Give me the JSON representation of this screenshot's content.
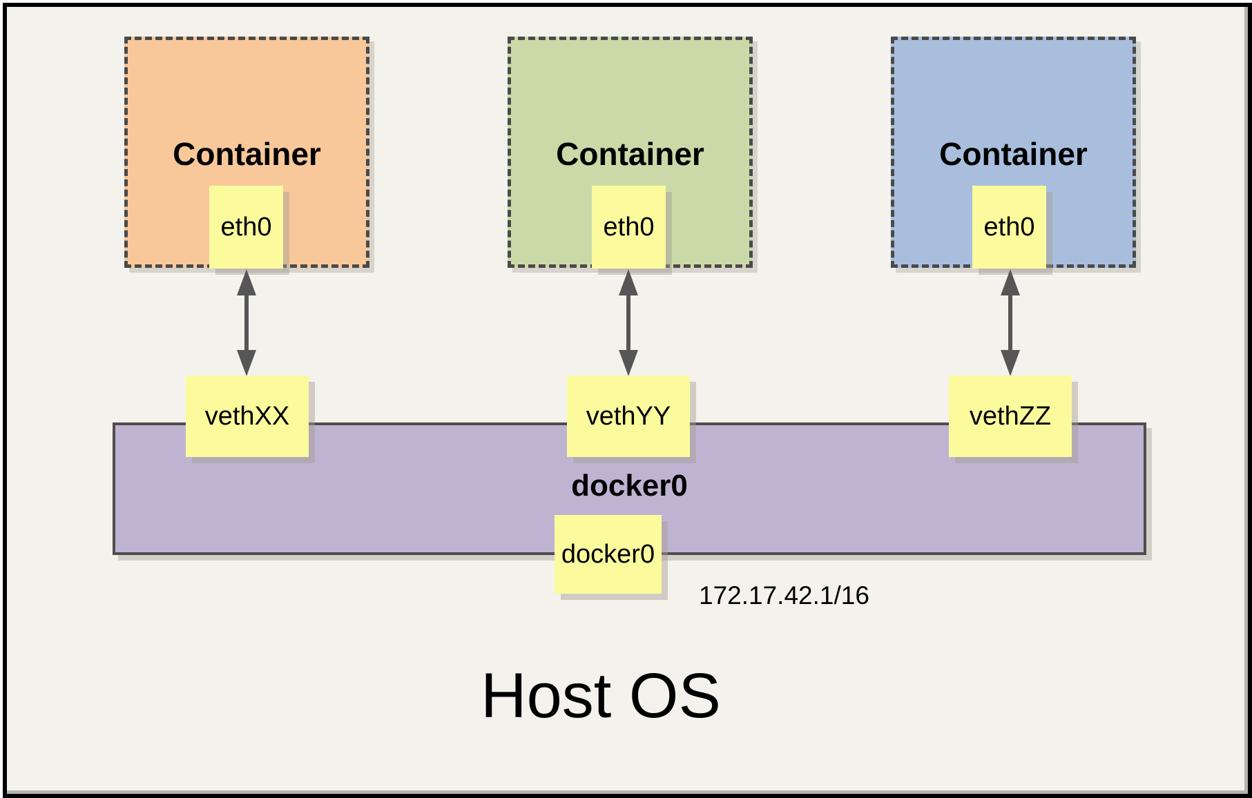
{
  "diagram": {
    "host_label": "Host OS",
    "bridge": {
      "name": "docker0",
      "interface": "docker0",
      "ip": "172.17.42.1/16"
    },
    "containers": [
      {
        "label": "Container",
        "interface": "eth0",
        "veth": "vethXX",
        "fill": "#F8C89A"
      },
      {
        "label": "Container",
        "interface": "eth0",
        "veth": "vethYY",
        "fill": "#CBD9A8"
      },
      {
        "label": "Container",
        "interface": "eth0",
        "veth": "vethZZ",
        "fill": "#A9BEDD"
      }
    ],
    "colors": {
      "background": "#F4F2ED",
      "note_yellow": "#FBFB9E",
      "bridge_purple": "#BFB3D2",
      "dashed_border": "#4A4A4A",
      "arrow": "#565656",
      "frame": "#000000"
    }
  }
}
